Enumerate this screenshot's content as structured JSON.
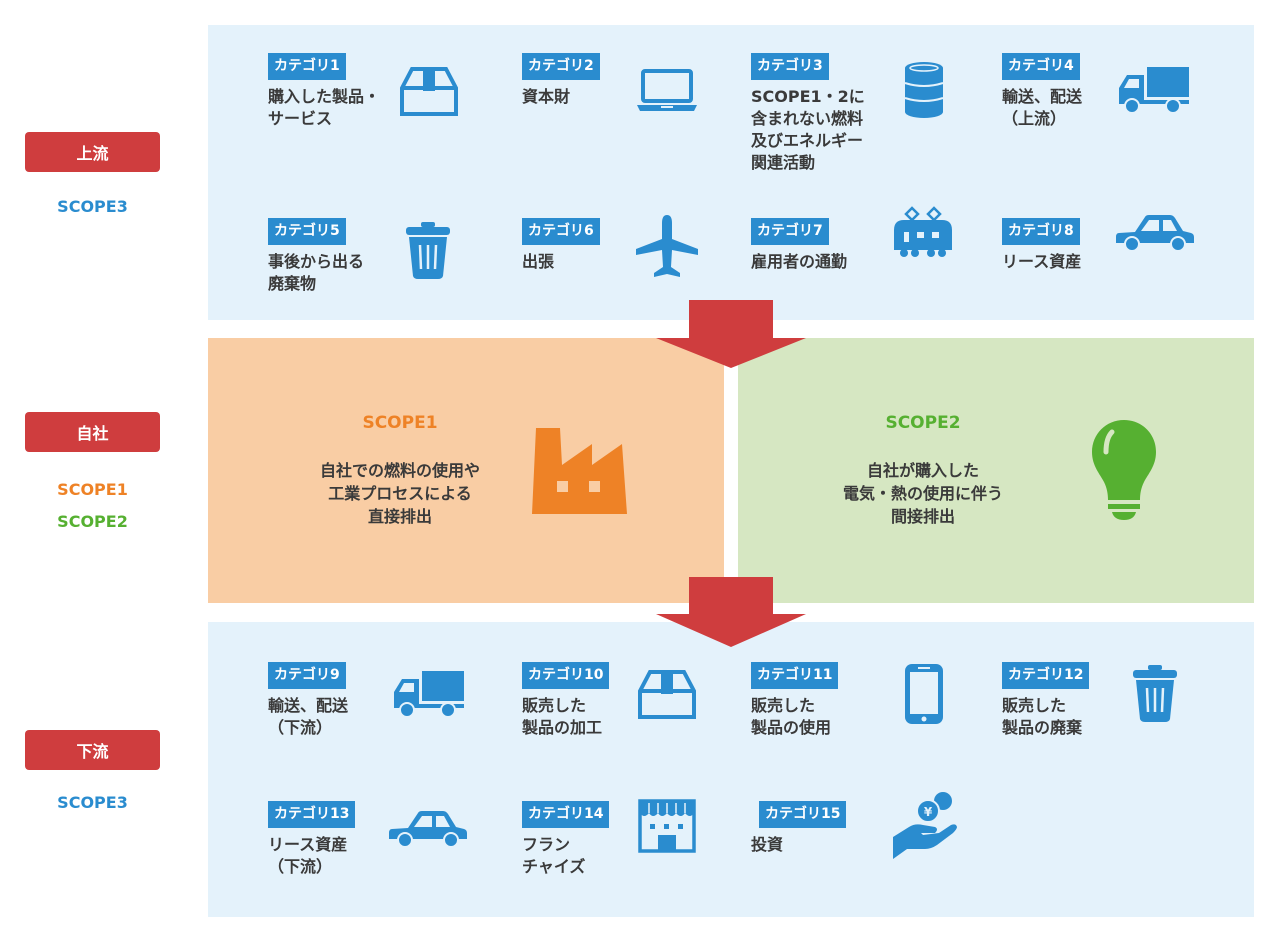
{
  "colors": {
    "upstream_panel": "#e4f2fb",
    "scope1_panel": "#f9cda4",
    "scope2_panel": "#d6e7c2",
    "badge": "#cf3d3e",
    "category_tag": "#2a8ccf",
    "icon_blue": "#2a8ccf",
    "scope1": "#ee8226",
    "scope2": "#56b031",
    "scope3": "#2a8ccf",
    "arrow": "#cf3d3e"
  },
  "sections": {
    "upstream": {
      "badge": "上流",
      "scope": "SCOPE3"
    },
    "company": {
      "badge": "自社",
      "scope_a": "SCOPE1",
      "scope_b": "SCOPE2"
    },
    "downstream": {
      "badge": "下流",
      "scope": "SCOPE3"
    }
  },
  "upstream_categories": [
    {
      "tag": "カテゴリ1",
      "text": "購入した製品・\nサービス",
      "icon": "box-icon"
    },
    {
      "tag": "カテゴリ2",
      "text": "資本財",
      "icon": "laptop-icon"
    },
    {
      "tag": "カテゴリ3",
      "text": "SCOPE1・2に\n含まれない燃料\n及びエネルギー\n関連活動",
      "icon": "oil-drum-icon"
    },
    {
      "tag": "カテゴリ4",
      "text": "輸送、配送\n（上流）",
      "icon": "truck-icon"
    },
    {
      "tag": "カテゴリ5",
      "text": "事後から出る\n廃棄物",
      "icon": "trash-can-icon"
    },
    {
      "tag": "カテゴリ6",
      "text": "出張",
      "icon": "airplane-icon"
    },
    {
      "tag": "カテゴリ7",
      "text": "雇用者の通勤",
      "icon": "train-icon"
    },
    {
      "tag": "カテゴリ8",
      "text": "リース資産",
      "icon": "car-icon"
    }
  ],
  "scope1": {
    "title": "SCOPE1",
    "text": "自社での燃料の使用や\n工業プロセスによる\n直接排出",
    "icon": "factory-icon"
  },
  "scope2": {
    "title": "SCOPE2",
    "text": "自社が購入した\n電気・熱の使用に伴う\n間接排出",
    "icon": "light-bulb-icon"
  },
  "downstream_categories": [
    {
      "tag": "カテゴリ9",
      "text": "輸送、配送\n（下流）",
      "icon": "truck-icon"
    },
    {
      "tag": "カテゴリ10",
      "text": "販売した\n製品の加工",
      "icon": "box-icon"
    },
    {
      "tag": "カテゴリ11",
      "text": "販売した\n製品の使用",
      "icon": "smartphone-icon"
    },
    {
      "tag": "カテゴリ12",
      "text": "販売した\n製品の廃棄",
      "icon": "trash-can-icon"
    },
    {
      "tag": "カテゴリ13",
      "text": "リース資産\n（下流）",
      "icon": "car-icon"
    },
    {
      "tag": "カテゴリ14",
      "text": "フラン\nチャイズ",
      "icon": "store-icon"
    },
    {
      "tag": "カテゴリ15",
      "text": "投資",
      "icon": "investment-hand-yen-icon"
    }
  ]
}
